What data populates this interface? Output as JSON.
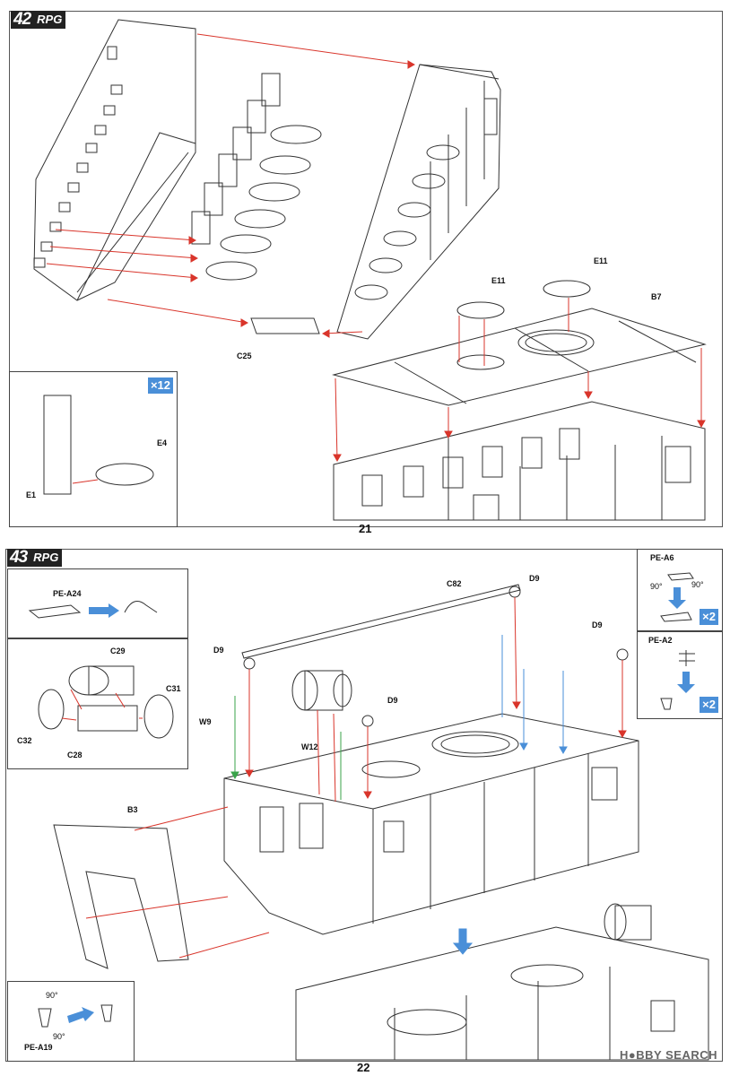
{
  "step42": {
    "step_number": "42",
    "brand": "RPG",
    "page_number": "21",
    "labels": {
      "e11_left": "E11",
      "e11_right": "E11",
      "b7": "B7",
      "c25": "C25",
      "e4": "E4",
      "e1": "E1"
    },
    "inset_multiplier": "×12"
  },
  "step43": {
    "step_number": "43",
    "brand": "RPG",
    "page_number": "22",
    "labels": {
      "pe_a24": "PE-A24",
      "c29": "C29",
      "c31": "C31",
      "c32": "C32",
      "c28": "C28",
      "c82": "C82",
      "d9_top": "D9",
      "d9_right": "D9",
      "d9_left": "D9",
      "d9_mid": "D9",
      "w9": "W9",
      "w12": "W12",
      "b3": "B3",
      "pe_a6": "PE-A6",
      "pe_a2": "PE-A2",
      "pe_a19": "PE-A19",
      "angle_a6_left": "90°",
      "angle_a6_right": "90°",
      "angle_a19_top": "90°",
      "angle_a19_bottom": "90°"
    },
    "mult_a6": "×2",
    "mult_a2": "×2"
  },
  "watermark": {
    "text": "H●BBY SEARCH"
  },
  "colors": {
    "arrow_red": "#d9352b",
    "arrow_blue": "#4a8fd8",
    "arrow_green": "#3aa34a",
    "line": "#333333"
  }
}
